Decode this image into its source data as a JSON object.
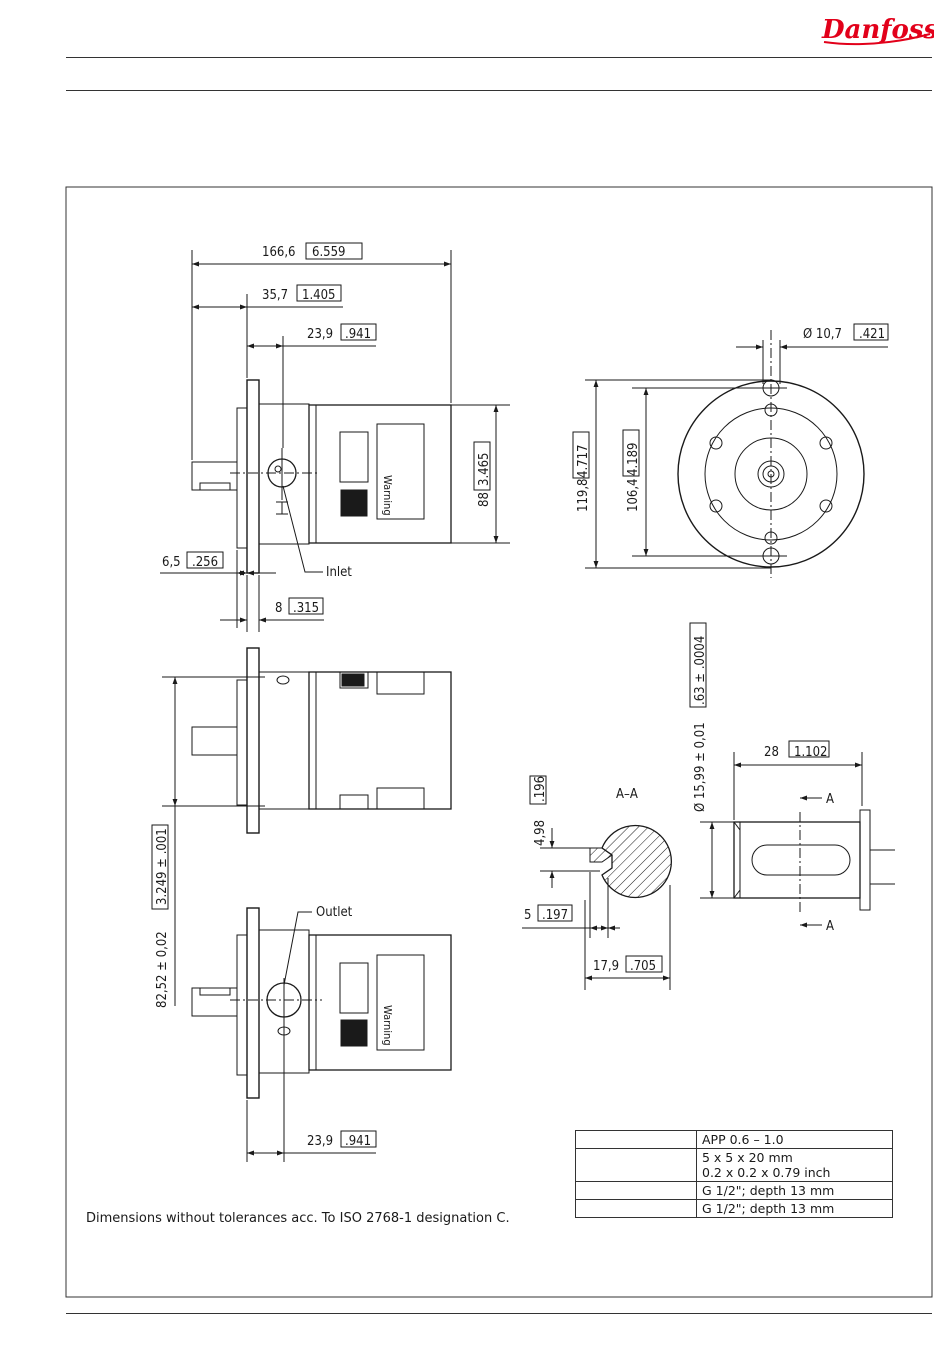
{
  "brand": {
    "logo_text": "Danfoss",
    "color": "#e2001a"
  },
  "dimensions": {
    "overall_length": "166,6",
    "overall_length_in": "6.559",
    "shaft_length": "35,7",
    "shaft_length_in": "1.405",
    "inlet_offset_top": "23,9",
    "inlet_offset_top_in": ".941",
    "body_height": "88",
    "body_height_in": "3.465",
    "flange_thick": "6,5",
    "flange_thick_in": ".256",
    "flange_step": "8",
    "flange_step_in": ".315",
    "bolt_diameter_prefix": "Ø 10,7",
    "bolt_diameter_in": ".421",
    "flange_diameter": "119,8",
    "flange_diameter_in": "4.717",
    "bolt_circle": "106,4",
    "bolt_circle_in": "4.189",
    "shaft_diameter_prefix": "Ø 15,99  ± 0,01",
    "shaft_diameter_in": ".63  ± .0004",
    "shaft_len_28": "28",
    "shaft_len_28_in": "1.102",
    "key_height": "4,98",
    "key_height_in": ".196",
    "key_width": "5",
    "key_width_in": ".197",
    "key_depth": "17,9",
    "key_depth_in": ".705",
    "centre_distance": "82,52  ± 0,02",
    "centre_distance_in": "3.249  ± .001",
    "outlet_offset_bottom": "23,9",
    "outlet_offset_bottom_in": ".941"
  },
  "labels": {
    "inlet": "Inlet",
    "outlet": "Outlet",
    "section": "A–A",
    "section_marker": "A",
    "warning": "Warning"
  },
  "note": "Dimensions without tolerances acc. To ISO 2768-1 designation C.",
  "spec_table": {
    "rows": [
      {
        "value": "APP 0.6 – 1.0"
      },
      {
        "value": "5 x 5 x 20 mm",
        "value2": "0.2 x 0.2 x 0.79 inch"
      },
      {
        "value": "G 1/2\"; depth 13 mm"
      },
      {
        "value": "G 1/2\"; depth 13 mm"
      }
    ]
  }
}
